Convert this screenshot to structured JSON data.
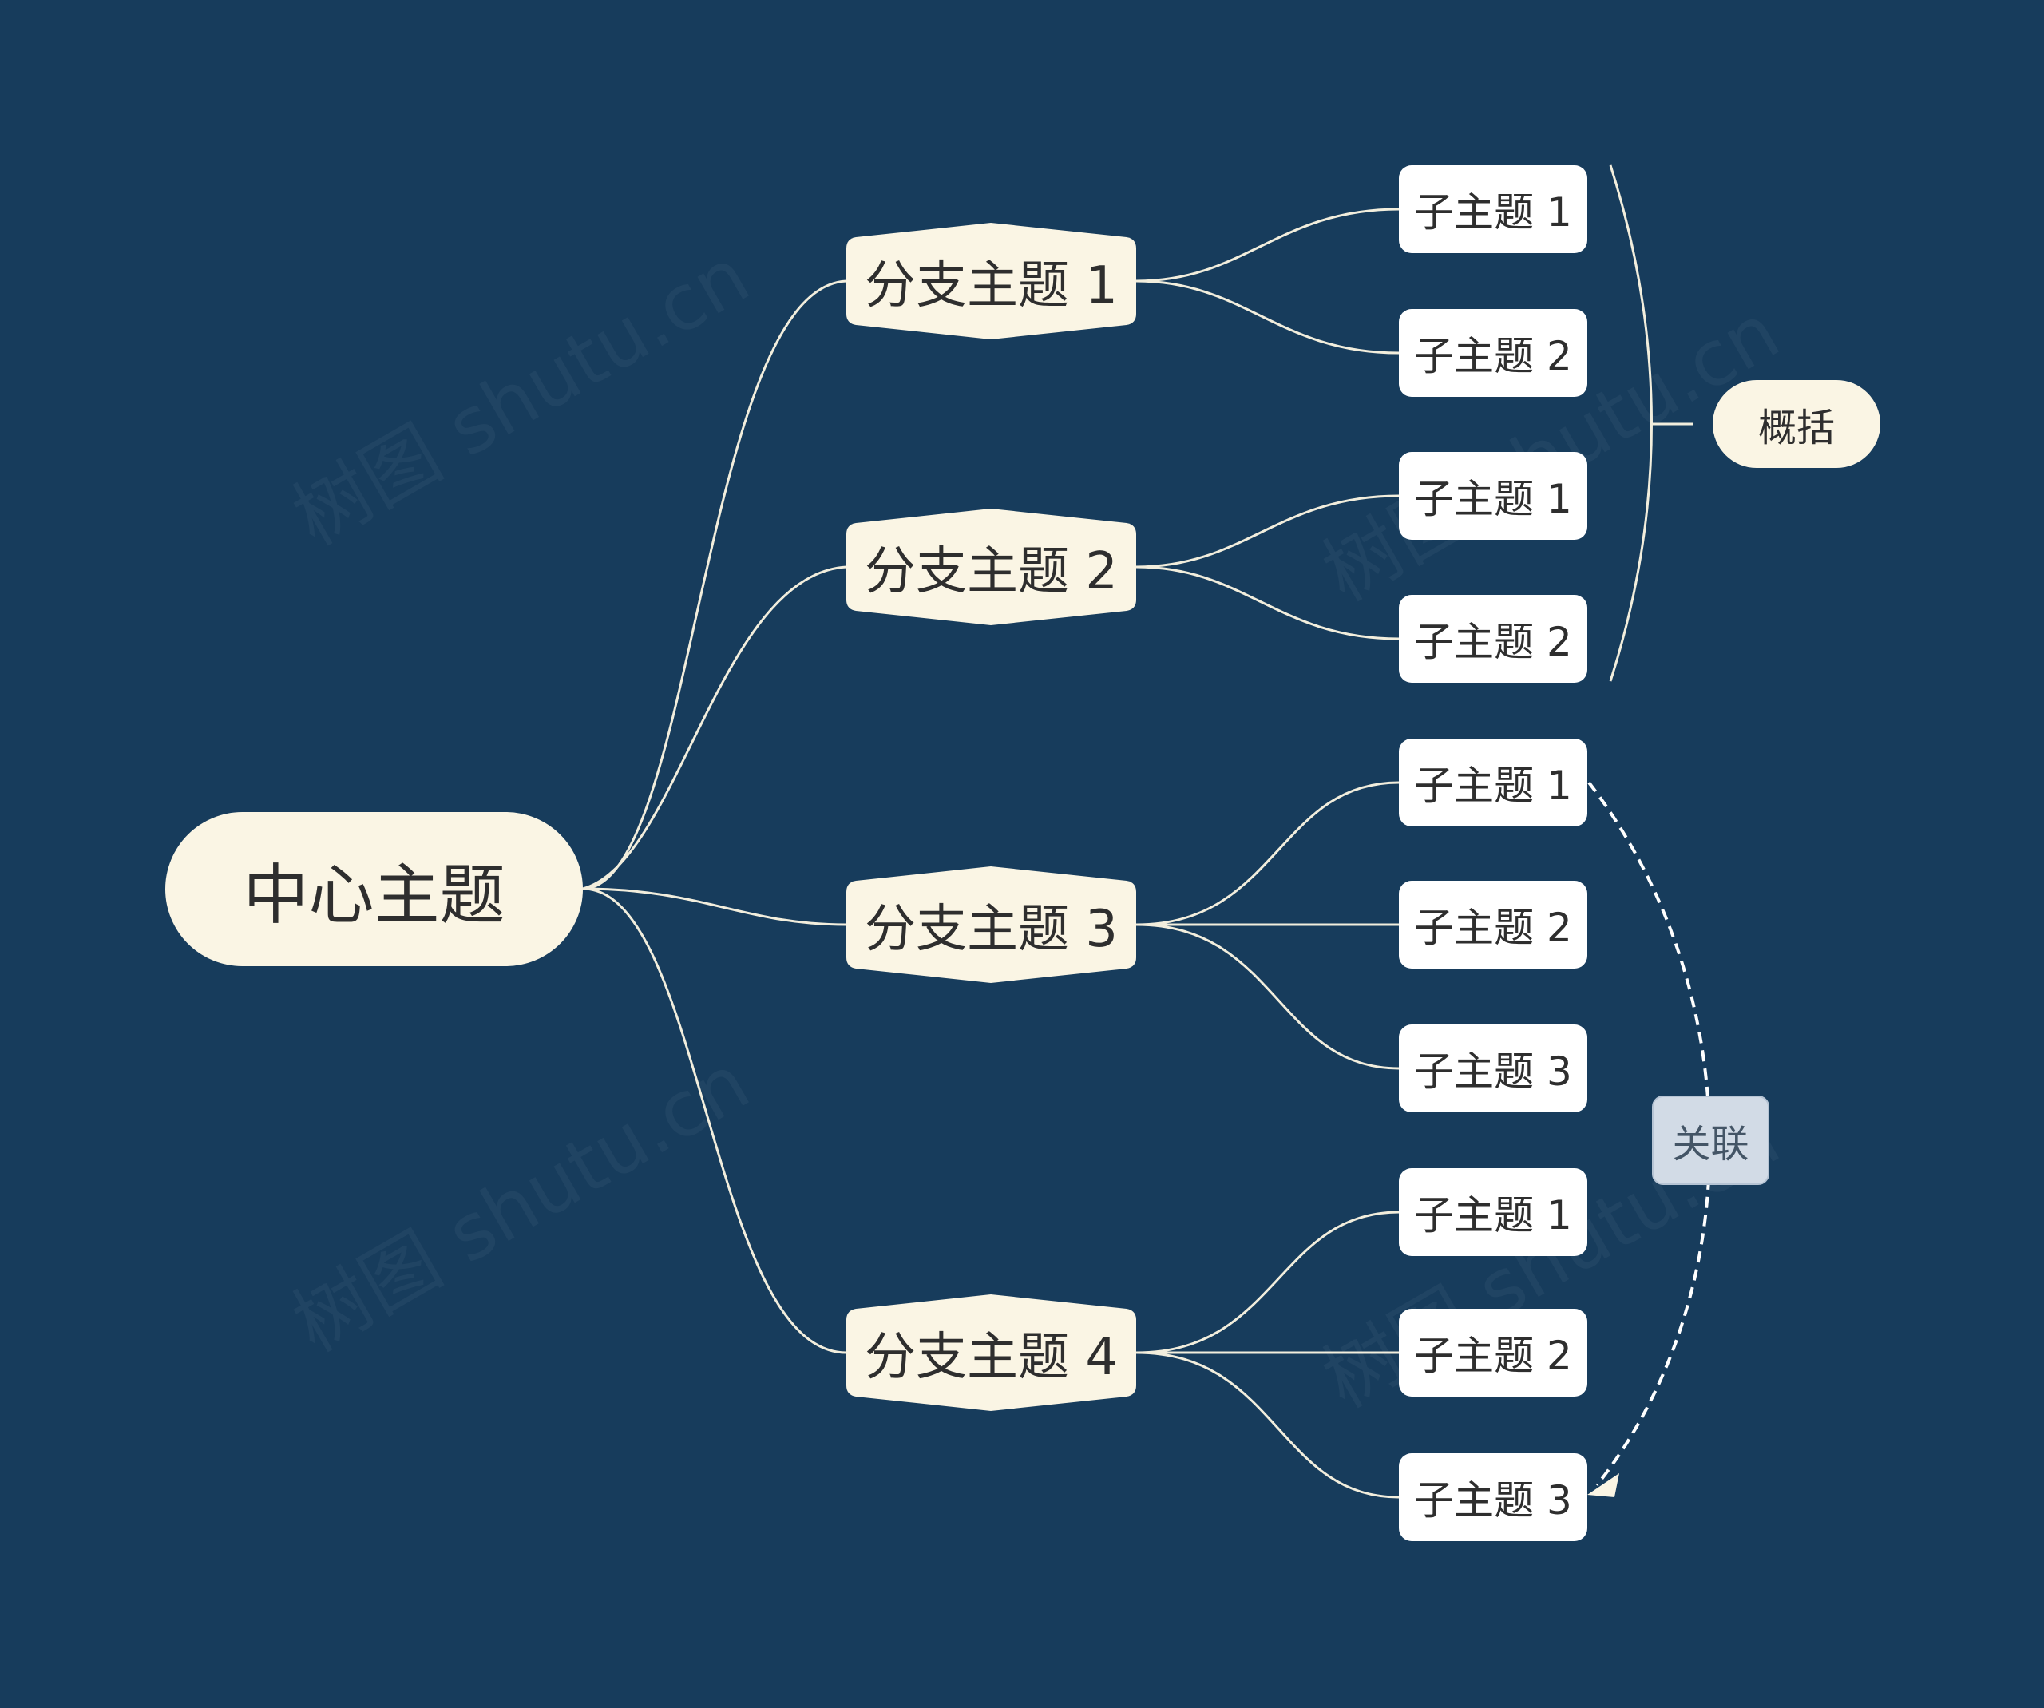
{
  "central": {
    "label": "中心主题"
  },
  "branches": [
    {
      "label": "分支主题 1",
      "subs": [
        "子主题 1",
        "子主题 2"
      ]
    },
    {
      "label": "分支主题 2",
      "subs": [
        "子主题 1",
        "子主题 2"
      ]
    },
    {
      "label": "分支主题 3",
      "subs": [
        "子主题 1",
        "子主题 2",
        "子主题 3"
      ]
    },
    {
      "label": "分支主题 4",
      "subs": [
        "子主题 1",
        "子主题 2",
        "子主题 3"
      ]
    }
  ],
  "summary": {
    "label": "概括"
  },
  "relation": {
    "label": "关联"
  },
  "colors": {
    "background": "#173c5c",
    "node_fill": "#faf5e4",
    "subtopic_fill": "#ffffff",
    "line": "#f2eedd",
    "relation_fill": "#d2dbe6"
  }
}
